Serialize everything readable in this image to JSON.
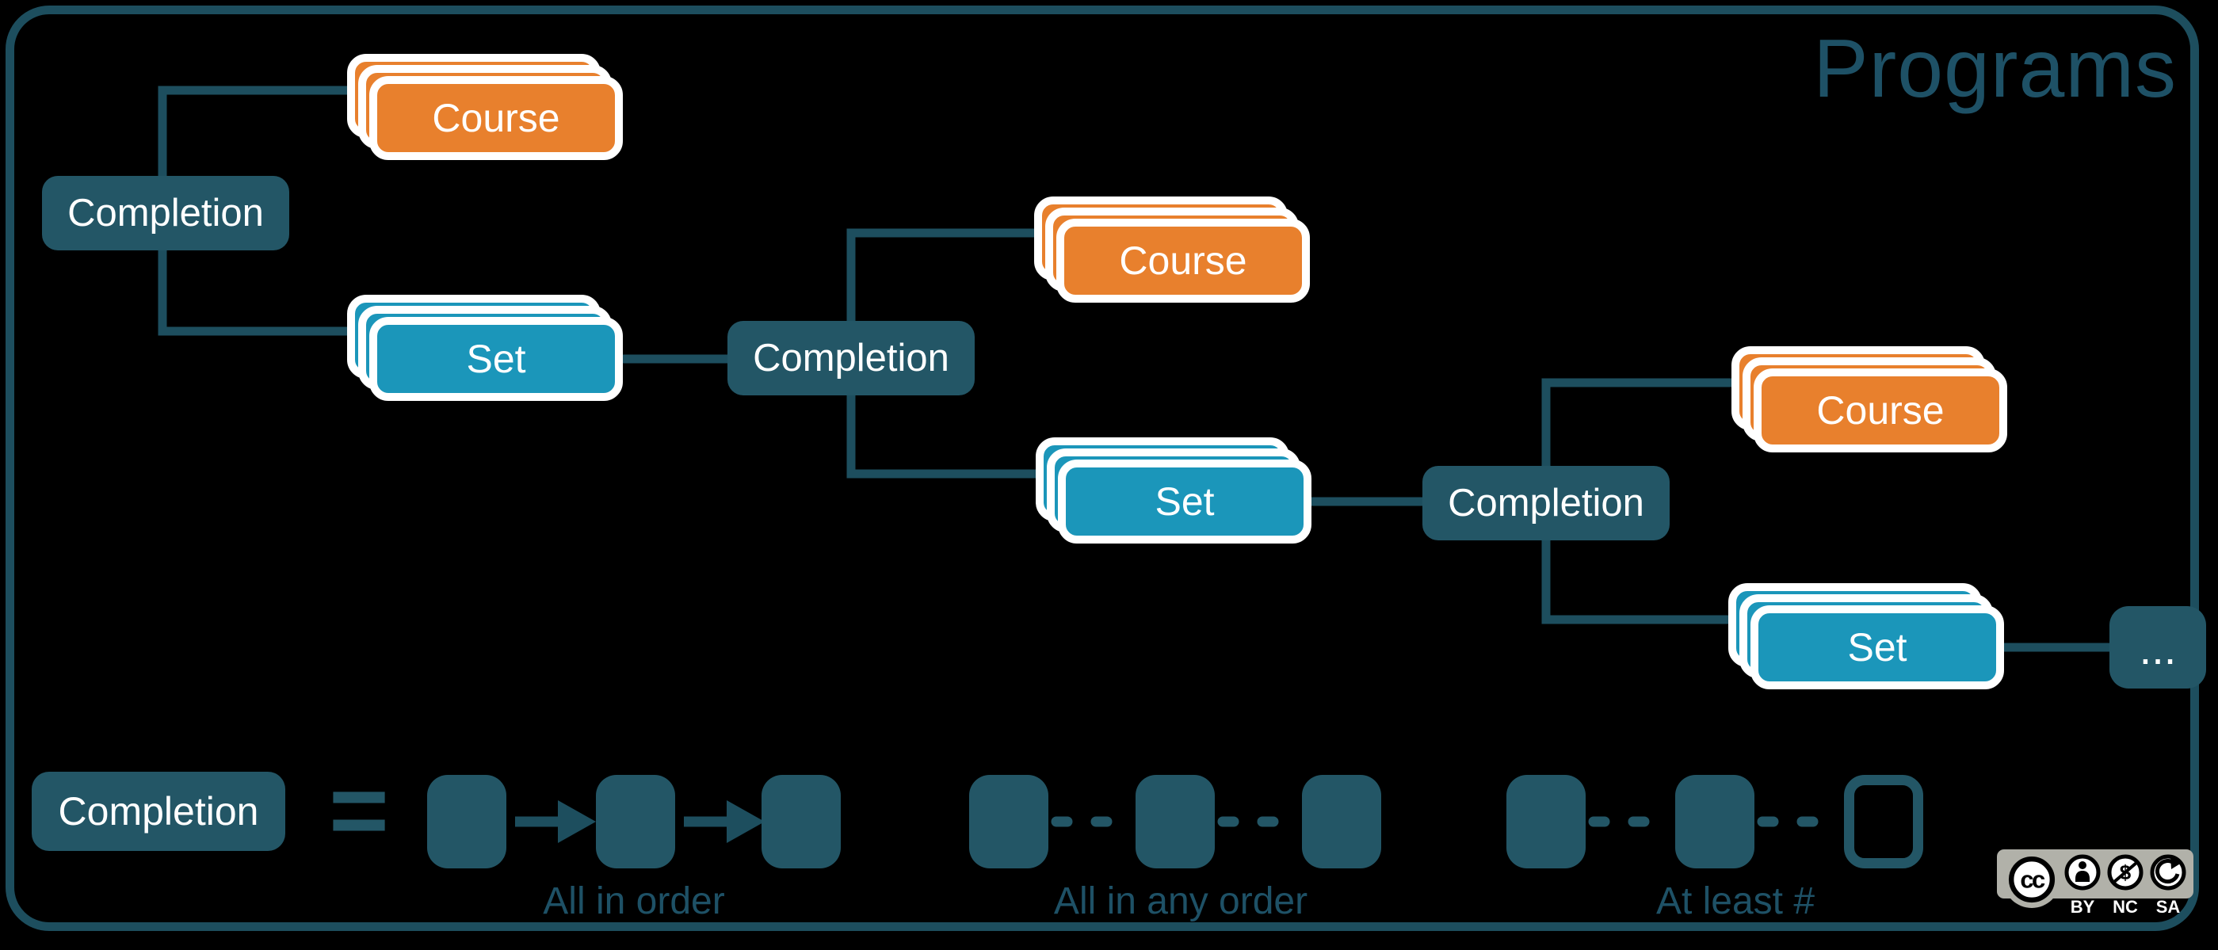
{
  "title": "Programs",
  "palette": {
    "background": "#000000",
    "frame_stroke": "#1d4e5e",
    "completion_dark_teal": "#235666",
    "course_orange": "#e8802d",
    "set_teal": "#1b96ba",
    "card_outline_white": "#ffffff",
    "label_teal": "#1e5166",
    "license_strip_gray": "#b1b1a9"
  },
  "tree": {
    "levels": [
      {
        "completion_label": "Completion",
        "course_label": "Course",
        "set_label": "Set"
      },
      {
        "completion_label": "Completion",
        "course_label": "Course",
        "set_label": "Set"
      },
      {
        "completion_label": "Completion",
        "course_label": "Course",
        "set_label": "Set"
      }
    ],
    "continuation_label": "..."
  },
  "legend": {
    "completion_label": "Completion",
    "equals_sign": "=",
    "groups": [
      {
        "label": "All in order",
        "connector": "solid-arrows",
        "squares": [
          "filled",
          "filled",
          "filled"
        ]
      },
      {
        "label": "All in any order",
        "connector": "dashed",
        "squares": [
          "filled",
          "filled",
          "filled"
        ]
      },
      {
        "label": "At least #",
        "connector": "dashed",
        "squares": [
          "filled",
          "filled",
          "outlined"
        ]
      }
    ]
  },
  "license": {
    "cc_text": "cc",
    "icons": [
      "cc-icon",
      "attribution-person-icon",
      "non-commercial-dollar-icon",
      "share-alike-icon"
    ],
    "labels": [
      "BY",
      "NC",
      "SA"
    ]
  }
}
